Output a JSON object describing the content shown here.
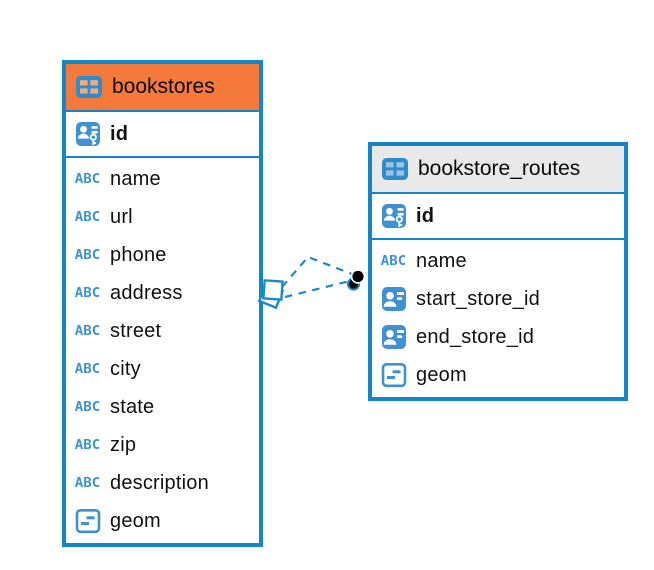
{
  "colors": {
    "accent_blue": "#1386C9",
    "icon_blue": "#3E92D3",
    "bookstores_header_bg": "#F5793B",
    "routes_header_bg": "#E9E9E9",
    "connector_blue": "#1989C8",
    "text": "#111111"
  },
  "tables": [
    {
      "name": "bookstores",
      "primary_columns": [
        {
          "name": "id",
          "icon": "primary-key"
        }
      ],
      "columns": [
        {
          "name": "name",
          "icon": "text"
        },
        {
          "name": "url",
          "icon": "text"
        },
        {
          "name": "phone",
          "icon": "text"
        },
        {
          "name": "address",
          "icon": "text"
        },
        {
          "name": "street",
          "icon": "text"
        },
        {
          "name": "city",
          "icon": "text"
        },
        {
          "name": "state",
          "icon": "text"
        },
        {
          "name": "zip",
          "icon": "text"
        },
        {
          "name": "description",
          "icon": "text"
        },
        {
          "name": "geom",
          "icon": "geometry"
        }
      ]
    },
    {
      "name": "bookstore_routes",
      "primary_columns": [
        {
          "name": "id",
          "icon": "primary-key"
        }
      ],
      "columns": [
        {
          "name": "name",
          "icon": "text"
        },
        {
          "name": "start_store_id",
          "icon": "foreign-key"
        },
        {
          "name": "end_store_id",
          "icon": "foreign-key"
        },
        {
          "name": "geom",
          "icon": "geometry"
        }
      ]
    }
  ],
  "relations": {
    "between": [
      "bookstores",
      "bookstore_routes"
    ],
    "line_count": 2,
    "line_style": "dashed",
    "left_end_marker": "overlapping-squares",
    "right_end_marker": "filled-dots"
  },
  "icons": {
    "abc_glyph": "ABC"
  }
}
